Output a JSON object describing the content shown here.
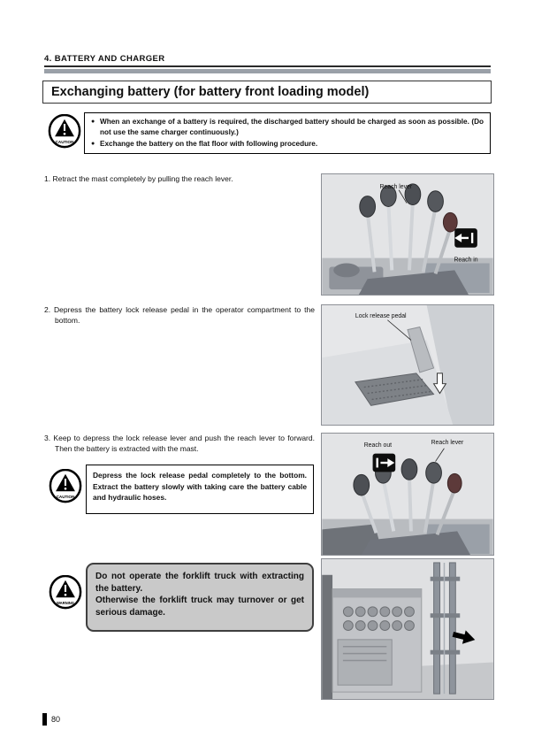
{
  "header": {
    "section_title": "4. BATTERY AND CHARGER"
  },
  "page_title": "Exchanging battery (for battery front loading model)",
  "icons": {
    "caution_label": "CAUTION",
    "warning_label": "WARNING"
  },
  "top_caution": {
    "marker": "●",
    "items": [
      "When an exchange of a battery is required, the discharged battery should be charged as soon as possible. (Do not use the same charger continuously.)",
      "Exchange the battery on the flat floor with following procedure."
    ]
  },
  "steps": [
    {
      "num": "1.",
      "text": "Retract the mast completely by pulling the reach lever."
    },
    {
      "num": "2.",
      "text": "Depress the battery lock release pedal in the operator compartment to the bottom."
    },
    {
      "num": "3.",
      "text": "Keep to depress the lock release lever and push the reach lever to forward. Then the battery is extracted with the mast."
    }
  ],
  "step3_caution": {
    "text": "Depress the lock release pedal completely to the bottom. Extract the battery slowly with taking care the battery cable and hydraulic hoses."
  },
  "warning": {
    "line1": "Do not operate the forklift truck with extracting the battery.",
    "line2": "Otherwise the forklift truck may turnover or get serious damage."
  },
  "figures": {
    "fig1": {
      "label_lever": "Reach lever",
      "label_reach_in": "Reach in"
    },
    "fig2": {
      "label_pedal": "Lock release pedal"
    },
    "fig3": {
      "label_reach_out": "Reach out",
      "label_lever": "Reach lever"
    }
  },
  "footer": {
    "page_number": "80"
  }
}
